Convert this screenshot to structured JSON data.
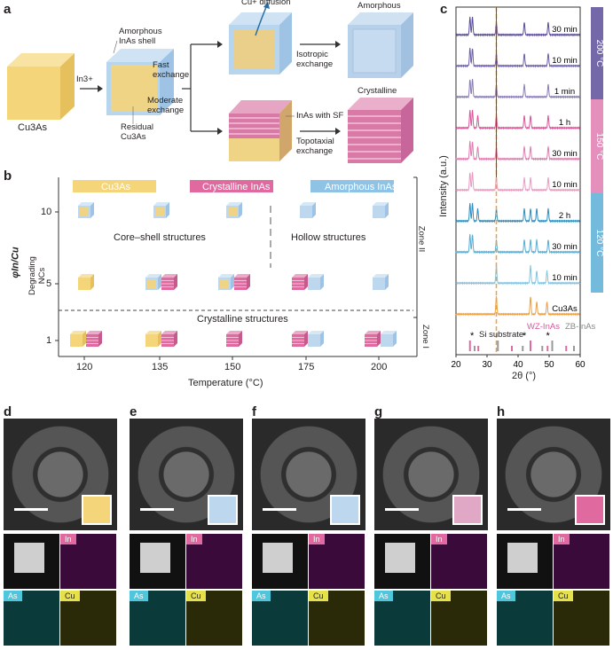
{
  "panel_labels": {
    "a": "a",
    "b": "b",
    "c": "c",
    "d": "d",
    "e": "e",
    "f": "f",
    "g": "g",
    "h": "h"
  },
  "schematic": {
    "start": "Cu3As",
    "in_ion": "In3+",
    "amorphous_shell": "Amorphous\nInAs shell",
    "residual": "Residual\nCu3As",
    "fast": "Fast\nexchange",
    "moderate": "Moderate\nexchange",
    "cu_diffusion": "Cu+ diffusion",
    "amorphous": "Amorphous",
    "crystalline": "Crystalline",
    "isotropic": "Isotropic\nexchange",
    "inas_sf": "InAs with SF",
    "topotaxial": "Topotaxial\nexchange"
  },
  "phase_map": {
    "legend": [
      {
        "label": "Cu3As",
        "color": "#f5d57a"
      },
      {
        "label": "Crystalline InAs",
        "color": "#e0699f"
      },
      {
        "label": "Amorphous InAs",
        "color": "#8ec3e6"
      }
    ],
    "ylabel": "φIn/Cu",
    "y_ticks": [
      "10",
      "5",
      "1"
    ],
    "x_ticks": [
      "120",
      "135",
      "150",
      "175",
      "200"
    ],
    "xlabel": "Temperature (°C)",
    "degrading": "Degrading\nNCs",
    "core_shell": "Core–shell structures",
    "hollow": "Hollow structures",
    "crystalline_structures": "Crystalline structures",
    "zone2": "Zone II",
    "zone1": "Zone I"
  },
  "chart_data": {
    "type": "line",
    "xlabel": "2θ (°)",
    "ylabel": "Intensity (a.u.)",
    "xlim": [
      20,
      60
    ],
    "x_ticks": [
      20,
      30,
      40,
      50,
      60
    ],
    "series": [
      {
        "name": "30 min",
        "group": "200 °C",
        "color": "#5c4d9a",
        "peaks": [
          24.5,
          25.3,
          33.0,
          42.0,
          49.7
        ]
      },
      {
        "name": "10 min",
        "group": "200 °C",
        "color": "#6e5fa8",
        "peaks": [
          24.5,
          25.3,
          33.0,
          42.0,
          49.7
        ]
      },
      {
        "name": "1 min",
        "group": "200 °C",
        "color": "#8a7cb8",
        "peaks": [
          24.5,
          25.3,
          33.0,
          42.0,
          49.7
        ]
      },
      {
        "name": "1 h",
        "group": "150 °C",
        "color": "#d9569a",
        "peaks": [
          24.5,
          25.3,
          27.0,
          33.0,
          42.0,
          44.0,
          49.7
        ]
      },
      {
        "name": "30 min",
        "group": "150 °C",
        "color": "#e07db0",
        "peaks": [
          24.5,
          25.3,
          27.0,
          33.0,
          42.0,
          44.0,
          49.7
        ]
      },
      {
        "name": "10 min",
        "group": "150 °C",
        "color": "#e89cc2",
        "peaks": [
          24.5,
          25.3,
          33.0,
          42.0,
          44.0,
          49.7
        ]
      },
      {
        "name": "2 h",
        "group": "120 °C",
        "color": "#2e8fbf",
        "peaks": [
          24.5,
          25.3,
          27.0,
          33.0,
          42.0,
          44.0,
          46.0,
          49.7
        ]
      },
      {
        "name": "30 min",
        "group": "120 °C",
        "color": "#5aaed6",
        "peaks": [
          24.5,
          25.3,
          33.0,
          42.0,
          44.0,
          46.0,
          49.7
        ]
      },
      {
        "name": "10 min",
        "group": "120 °C",
        "color": "#84c4e4",
        "peaks": [
          33.0,
          44.0,
          46.0,
          49.3
        ]
      },
      {
        "name": "Cu3As",
        "color": "#f0a040",
        "peaks": [
          33.0,
          44.0,
          46.0,
          49.3
        ]
      }
    ],
    "groups": [
      {
        "label": "200 °C",
        "color": "#5c4d9a"
      },
      {
        "label": "150 °C",
        "color": "#e07db0"
      },
      {
        "label": "120 °C",
        "color": "#5aaed6"
      }
    ],
    "references": {
      "si": "Si substrate",
      "wz": "WZ-InAs",
      "zb": "ZB-InAs"
    }
  },
  "eds_tags": {
    "in": "In",
    "as": "As",
    "cu": "Cu"
  }
}
